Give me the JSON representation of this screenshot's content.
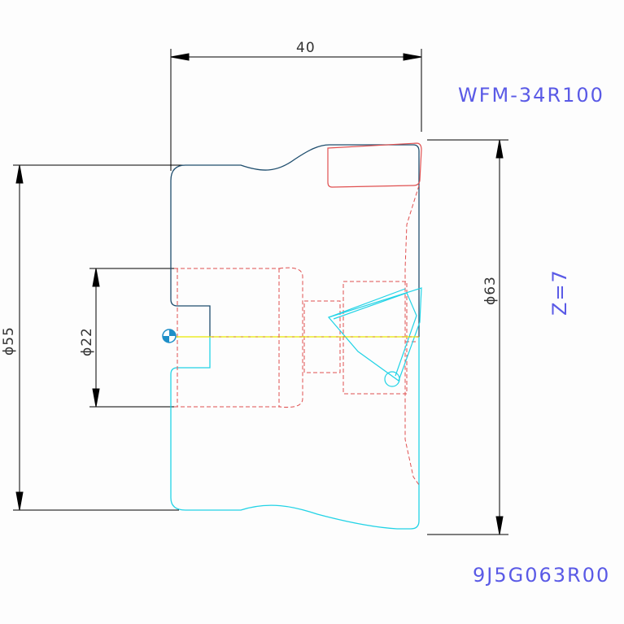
{
  "drawing": {
    "part_code": "WFM-34R100",
    "tooth_count": "Z=7",
    "item_number": "9J5G063R00",
    "dimensions": {
      "length": "40",
      "outer_diameter": "ϕ63",
      "body_diameter": "ϕ55",
      "bore_diameter": "ϕ22"
    }
  },
  "colors": {
    "dimension": "#000000",
    "upper_outline": "#1f4e6e",
    "lower_outline": "#22d3e6",
    "hidden_lines": "#e05050",
    "centerline": "#e8e800",
    "text_blue": "#5a5ae6"
  }
}
